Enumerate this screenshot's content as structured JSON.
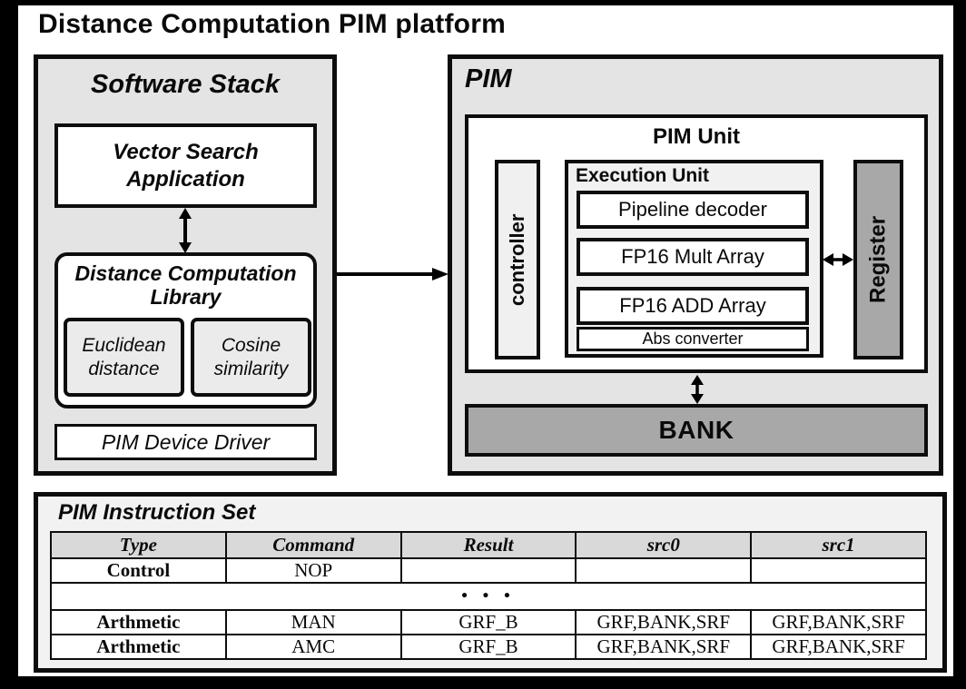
{
  "title": "Distance Computation PIM platform",
  "software_stack": {
    "label": "Software Stack",
    "application": "Vector Search Application",
    "library": {
      "label": "Distance Computation Library",
      "items": [
        "Euclidean distance",
        "Cosine similarity"
      ]
    },
    "driver": "PIM Device Driver"
  },
  "pim": {
    "label": "PIM",
    "unit": {
      "label": "PIM Unit",
      "controller_label": "controller",
      "execution_unit": {
        "label": "Execution Unit",
        "blocks": [
          "Pipeline decoder",
          "FP16 Mult Array",
          "FP16 ADD Array",
          "Abs converter"
        ]
      },
      "register_label": "Register"
    },
    "bank_label": "BANK"
  },
  "instruction_set": {
    "label": "PIM Instruction Set",
    "columns": [
      "Type",
      "Command",
      "Result",
      "src0",
      "src1"
    ],
    "rows": [
      {
        "type": "Control",
        "command": "NOP",
        "result": "",
        "src0": "",
        "src1": ""
      },
      {
        "type": "Arthmetic",
        "command": "MAN",
        "result": "GRF_B",
        "src0": "GRF,BANK,SRF",
        "src1": "GRF,BANK,SRF"
      },
      {
        "type": "Arthmetic",
        "command": "AMC",
        "result": "GRF_B",
        "src0": "GRF,BANK,SRF",
        "src1": "GRF,BANK,SRF"
      }
    ],
    "ellipsis": "• • •"
  },
  "colors": {
    "frame": "#000000",
    "panel_gray": "#e4e4e4",
    "light_gray": "#f0f0f0",
    "chip_gray": "#ebebeb",
    "mid_gray": "#a8a8a8",
    "table_header_gray": "#d9d9d9",
    "border": "#0d0d0d"
  }
}
